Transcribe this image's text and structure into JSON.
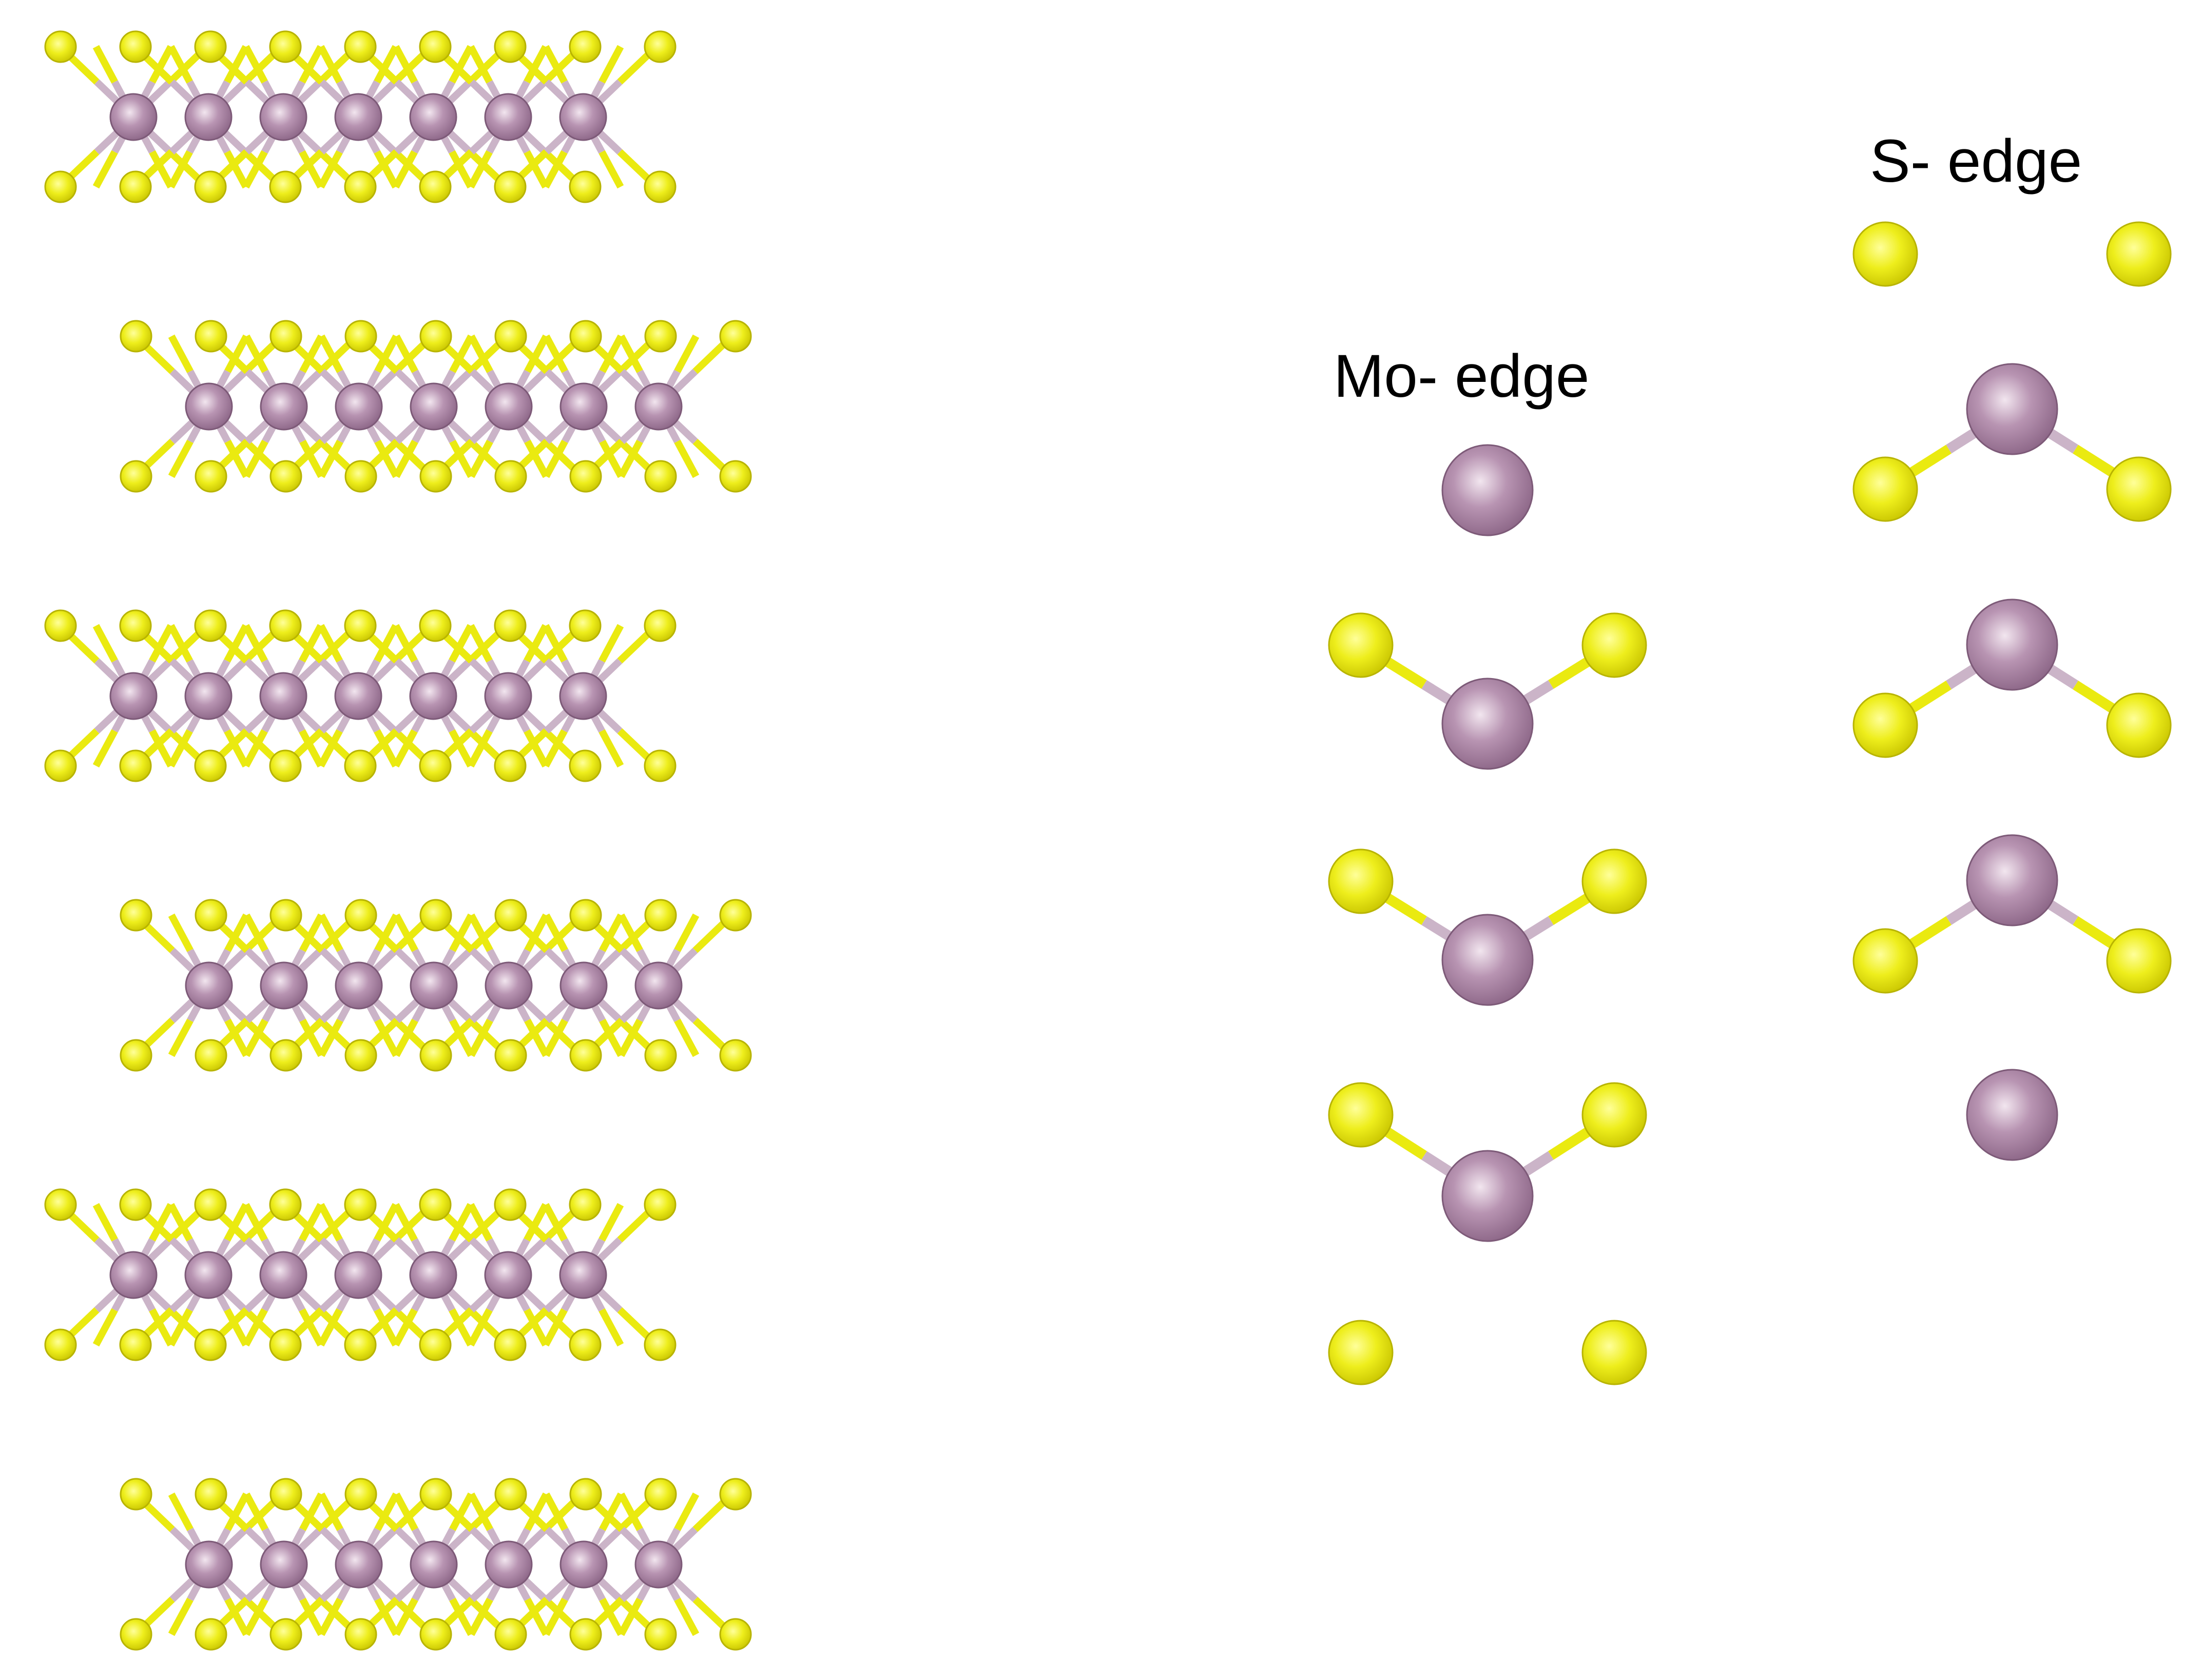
{
  "labels": {
    "mo_edge": "Mo- edge",
    "s_edge": "S- edge"
  },
  "colors": {
    "mo_atom": "#9e7b99",
    "mo_highlight": "#f2e6ef",
    "s_atom": "#eaea10",
    "s_highlight": "#ffff9a",
    "s_outline": "#b8b400",
    "bond": "#cbb4c8"
  },
  "layer_stack": {
    "layers": 6,
    "mo_atoms_per_layer": 7,
    "s_atoms_per_sublayer": 9
  },
  "mo_edge_chain": {
    "mo_atoms": 4,
    "s_atoms": 8
  },
  "s_edge_chain": {
    "mo_atoms": 4,
    "s_atoms": 8
  }
}
